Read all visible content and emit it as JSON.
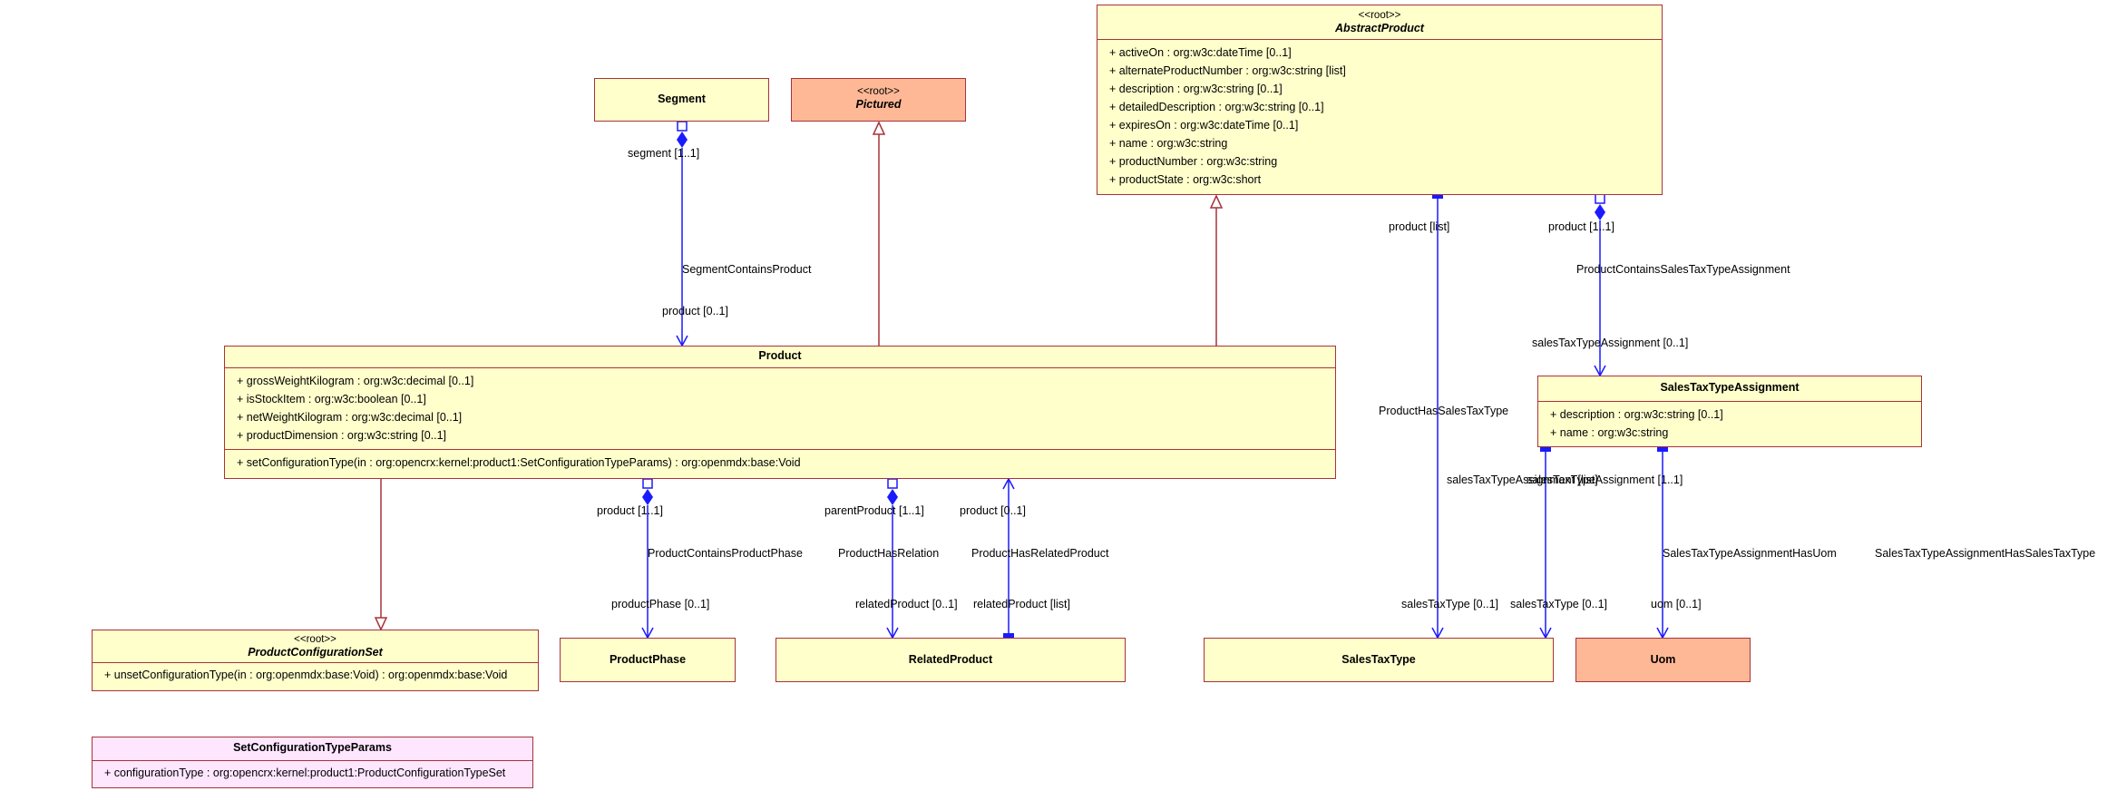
{
  "colors": {
    "class_fill": "#ffffcc",
    "root_fill": "#ffb896",
    "param_fill": "#ffe6ff",
    "border": "#a8323a",
    "assoc_line": "#1a1aff"
  },
  "classes": {
    "abstract_product": {
      "stereotype": "<<root>>",
      "name": "AbstractProduct",
      "attributes": [
        "+ activeOn : org:w3c:dateTime [0..1]",
        "+ alternateProductNumber : org:w3c:string [list]",
        "+ description : org:w3c:string [0..1]",
        "+ detailedDescription : org:w3c:string [0..1]",
        "+ expiresOn : org:w3c:dateTime [0..1]",
        "+ name : org:w3c:string",
        "+ productNumber : org:w3c:string",
        "+ productState : org:w3c:short"
      ]
    },
    "segment": {
      "name": "Segment"
    },
    "pictured": {
      "stereotype": "<<root>>",
      "name": "Pictured"
    },
    "product": {
      "name": "Product",
      "attributes": [
        "+ grossWeightKilogram : org:w3c:decimal [0..1]",
        "+ isStockItem : org:w3c:boolean [0..1]",
        "+ netWeightKilogram : org:w3c:decimal [0..1]",
        "+ productDimension : org:w3c:string [0..1]"
      ],
      "operations": [
        "+ setConfigurationType(in : org:opencrx:kernel:product1:SetConfigurationTypeParams) : org:openmdx:base:Void"
      ]
    },
    "sales_tax_type_assignment": {
      "name": "SalesTaxTypeAssignment",
      "attributes": [
        "+ description : org:w3c:string [0..1]",
        "+ name : org:w3c:string"
      ]
    },
    "product_configuration_set": {
      "stereotype": "<<root>>",
      "name": "ProductConfigurationSet",
      "operations": [
        "+ unsetConfigurationType(in : org:openmdx:base:Void) : org:openmdx:base:Void"
      ]
    },
    "product_phase": {
      "name": "ProductPhase"
    },
    "related_product": {
      "name": "RelatedProduct"
    },
    "sales_tax_type": {
      "name": "SalesTaxType"
    },
    "uom": {
      "name": "Uom"
    },
    "set_configuration_type_params": {
      "name": "SetConfigurationTypeParams",
      "attributes": [
        "+ configurationType : org:opencrx:kernel:product1:ProductConfigurationTypeSet"
      ]
    }
  },
  "labels": {
    "segment_end": "segment [1..1]",
    "segment_contains_product": "SegmentContainsProduct",
    "segment_product_end": "product [0..1]",
    "ap_product_list": "product [list]",
    "ap_product_11": "product [1..1]",
    "product_contains_stta": "ProductContainsSalesTaxTypeAssignment",
    "stta_end": "salesTaxTypeAssignment [0..1]",
    "product_has_sales_tax_type": "ProductHasSalesTaxType",
    "stta_list_overlap": "salesTaxTypeAssignment [list]",
    "stta_11_overlap": "salesTaxTypeAssignment [1..1]",
    "stta_has_uom": "SalesTaxTypeAssignmentHasUom",
    "stta_has_stt": "SalesTaxTypeAssignmentHasSalesTaxType",
    "sales_tax_type_end_1": "salesTaxType [0..1]",
    "sales_tax_type_end_2": "salesTaxType [0..1]",
    "uom_end": "uom [0..1]",
    "pcpp_product": "product [1..1]",
    "product_contains_product_phase": "ProductContainsProductPhase",
    "product_phase_end": "productPhase [0..1]",
    "parent_product": "parentProduct [1..1]",
    "product_has_relation": "ProductHasRelation",
    "related_product_end": "relatedProduct [0..1]",
    "phrp_product": "product [0..1]",
    "product_has_related_product": "ProductHasRelatedProduct",
    "related_product_list": "relatedProduct [list]"
  }
}
